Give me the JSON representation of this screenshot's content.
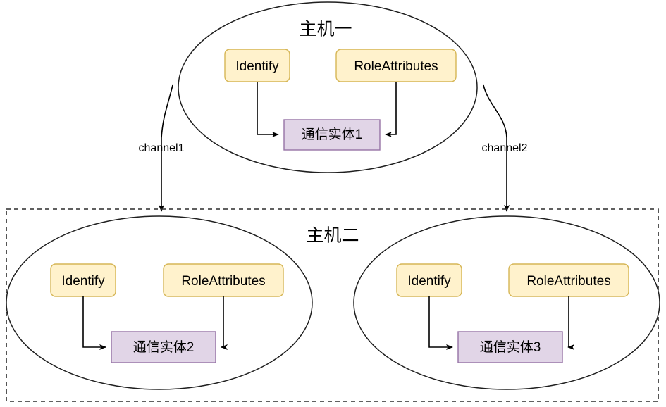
{
  "diagram": {
    "title_top_host": "主机一",
    "title_bottom_host": "主机二",
    "hosts": [
      {
        "id": "host-1",
        "name": "主机一",
        "identify_label": "Identify",
        "role_attributes_label": "RoleAttributes",
        "entity_label": "通信实体1"
      },
      {
        "id": "host-2-left",
        "name": "主机二",
        "identify_label": "Identify",
        "role_attributes_label": "RoleAttributes",
        "entity_label": "通信实体2"
      },
      {
        "id": "host-2-right",
        "name": "主机二",
        "identify_label": "Identify",
        "role_attributes_label": "RoleAttributes",
        "entity_label": "通信实体3"
      }
    ],
    "channels": [
      {
        "id": "channel-1",
        "label": "channel1"
      },
      {
        "id": "channel-2",
        "label": "channel2"
      }
    ],
    "colors": {
      "role_box_fill": "#fff2cc",
      "role_box_stroke": "#d6b656",
      "entity_box_fill": "#e1d5e7",
      "entity_box_stroke": "#9673a6",
      "ellipse_stroke": "#1f1f1f",
      "dashed_stroke": "#2b2b2b",
      "connector_stroke": "#000000",
      "background": "#ffffff",
      "text": "#000000"
    }
  }
}
